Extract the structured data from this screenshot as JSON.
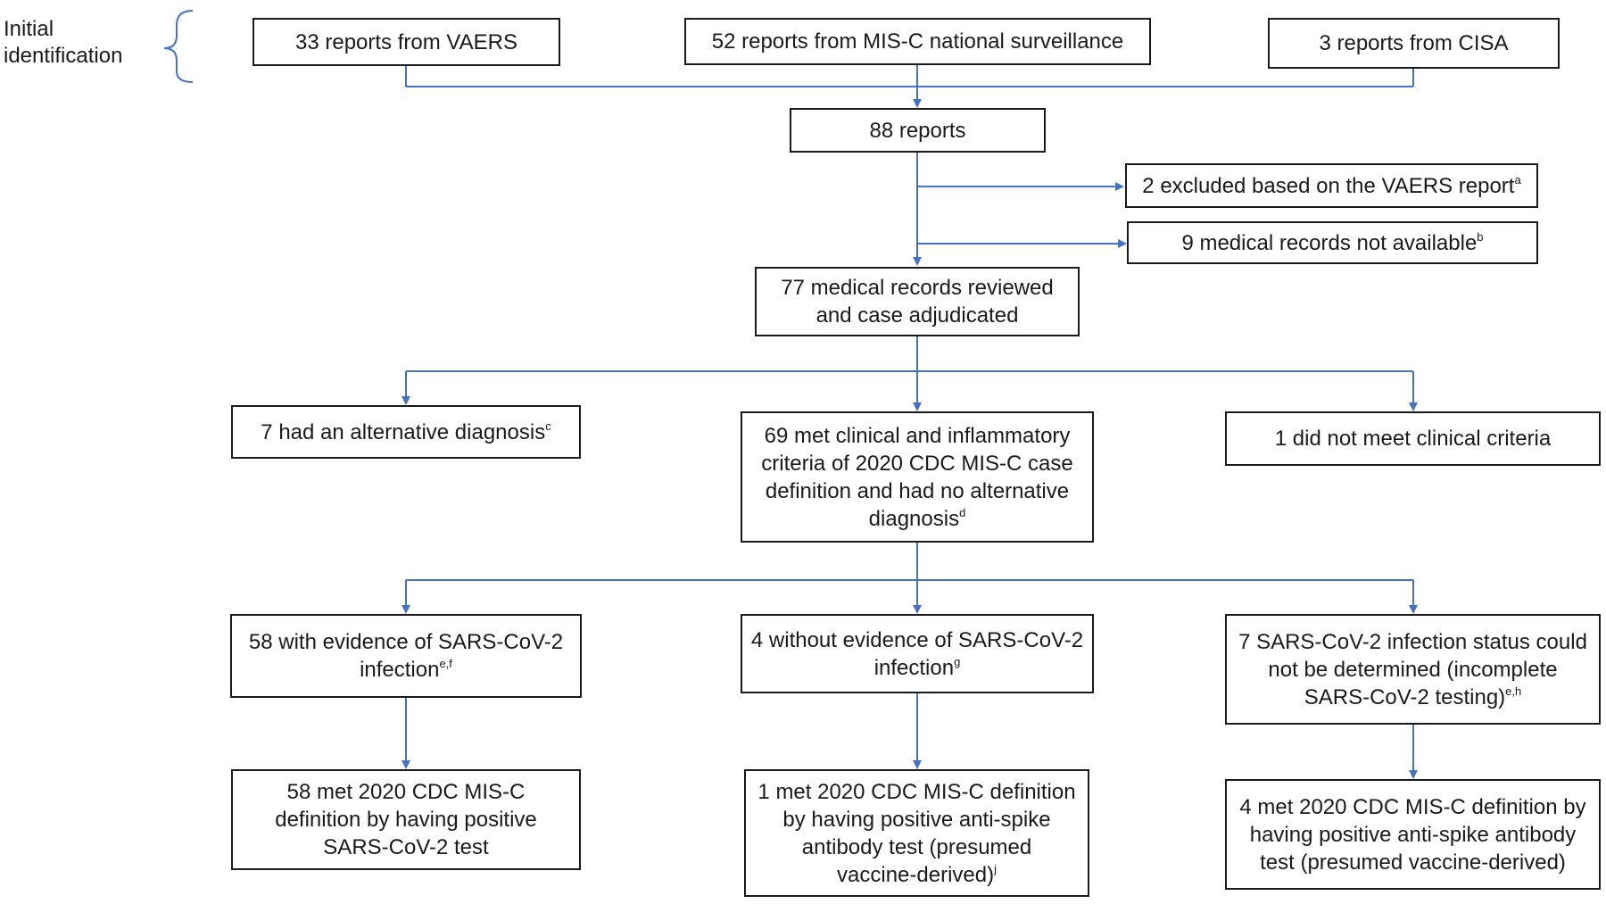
{
  "colors": {
    "connector": "#4472c4",
    "box_border": "#1a1a1a",
    "text": "#1a1a1a"
  },
  "side_label": {
    "lines": [
      "Initial",
      "identification"
    ]
  },
  "boxes": {
    "vaers": {
      "text": "33 reports from VAERS"
    },
    "mis_c": {
      "text": "52 reports from MIS-C national surveillance"
    },
    "cisa": {
      "text": "3 reports from CISA"
    },
    "total": {
      "text": "88 reports"
    },
    "excluded": {
      "text": "2 excluded based on the VAERS report",
      "sup": "a"
    },
    "no_records": {
      "text": "9 medical records not available",
      "sup": "b"
    },
    "reviewed": {
      "line1": "77 medical records reviewed",
      "line2": "and case adjudicated"
    },
    "alternative": {
      "text": "7 had an alternative diagnosis",
      "sup": "c"
    },
    "met_criteria": {
      "line1": "69 met clinical and inflammatory",
      "line2": "criteria of 2020  CDC MIS-C case",
      "line3": "definition and had no alternative",
      "line4": "diagnosis",
      "sup": "d"
    },
    "not_met": {
      "text": "1 did not meet clinical criteria"
    },
    "with_evidence": {
      "line1": "58 with evidence of SARS-CoV-2",
      "line2": "infection",
      "sup": "e,f"
    },
    "without_evidence": {
      "line1": "4 without evidence of SARS-CoV-2",
      "line2": "infection",
      "sup": "g"
    },
    "undetermined": {
      "line1": "7 SARS-CoV-2 infection status could",
      "line2": "not be determined (incomplete",
      "line3": "SARS-CoV-2 testing)",
      "sup": "e,h"
    },
    "met_positive_test": {
      "line1": "58 met 2020  CDC MIS-C",
      "line2": "definition by having positive",
      "line3": "SARS-CoV-2 test"
    },
    "met_antispike_1": {
      "line1": "1 met 2020  CDC MIS-C definition",
      "line2": "by having positive anti-spike",
      "line3": "antibody test (presumed",
      "line4": "vaccine-derived)",
      "sup": "j"
    },
    "met_antispike_4": {
      "line1": "4 met 2020  CDC MIS-C definition by",
      "line2": "having positive anti-spike antibody",
      "line3": "test (presumed vaccine-derived)"
    }
  }
}
